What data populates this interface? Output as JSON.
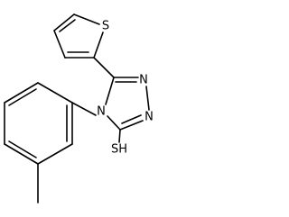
{
  "molecule": {
    "atoms": {
      "S_thiophene": "S",
      "N1": "N",
      "N2": "N",
      "N4": "N",
      "SH": "SH"
    }
  }
}
